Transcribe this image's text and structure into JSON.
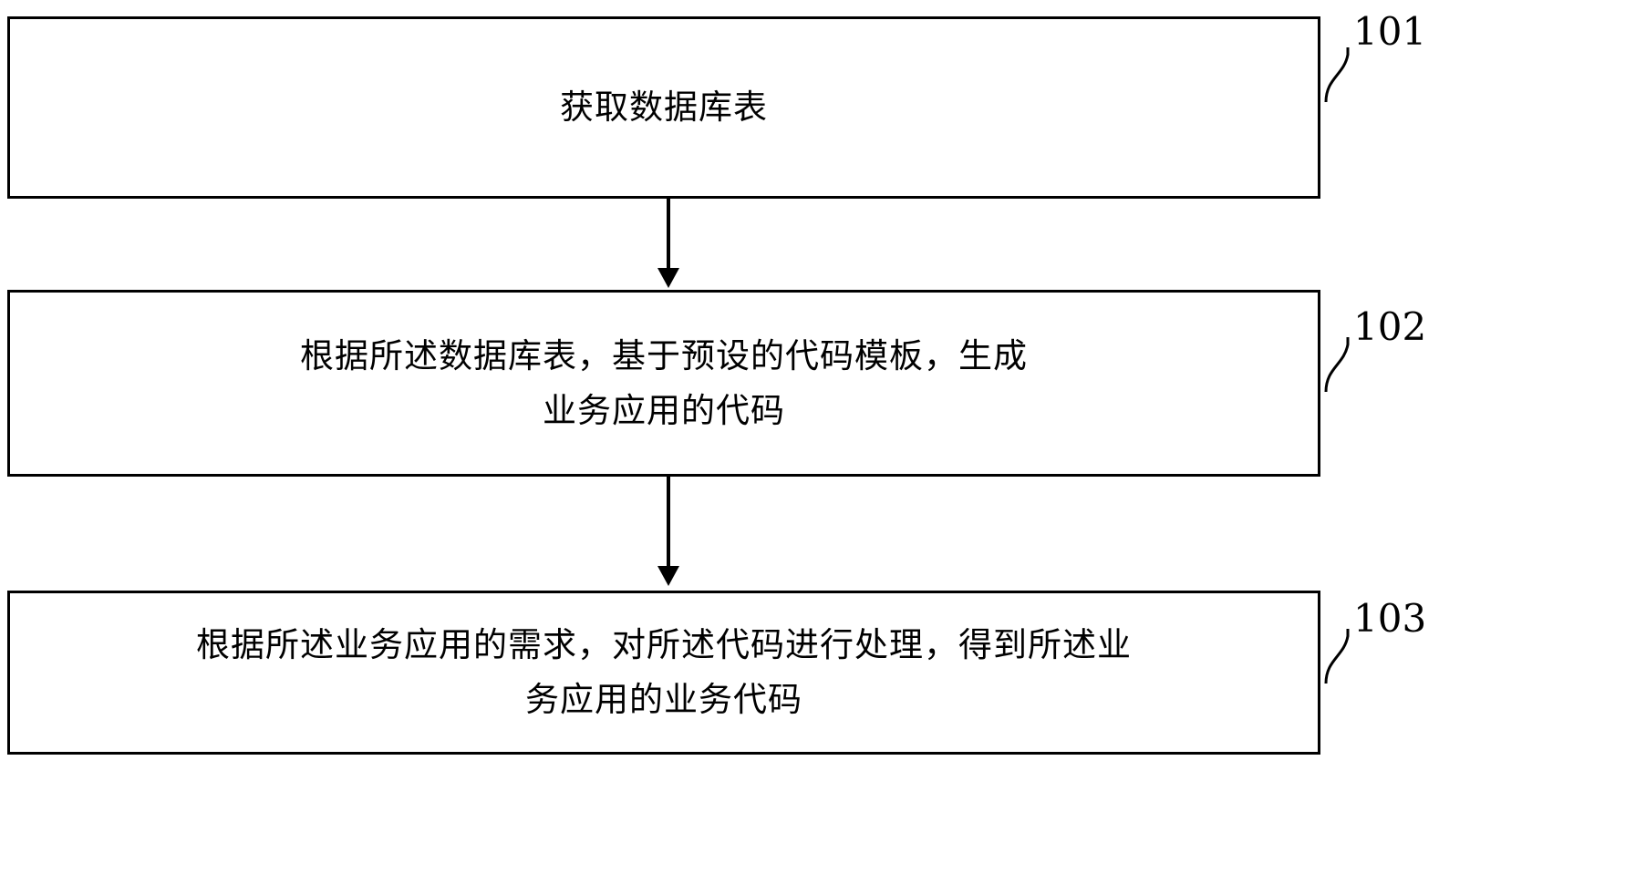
{
  "diagram": {
    "type": "flowchart",
    "orientation": "vertical",
    "language": "zh-CN",
    "colors": {
      "stroke": "#000000",
      "fill": "#ffffff",
      "text": "#000000"
    },
    "steps": [
      {
        "number": "101",
        "text": "获取数据库表",
        "lines": [
          "获取数据库表"
        ]
      },
      {
        "number": "102",
        "text": "根据所述数据库表，基于预设的代码模板，生成\n业务应用的代码",
        "lines": [
          "根据所述数据库表，基于预设的代码模板，生成",
          "业务应用的代码"
        ]
      },
      {
        "number": "103",
        "text": "根据所述业务应用的需求，对所述代码进行处理，得到所述业\n务应用的业务代码",
        "lines": [
          "根据所述业务应用的需求，对所述代码进行处理，得到所述业",
          "务应用的业务代码"
        ]
      }
    ],
    "connectors": [
      {
        "from": "101",
        "to": "102",
        "style": "arrow-down"
      },
      {
        "from": "102",
        "to": "103",
        "style": "arrow-down"
      }
    ]
  }
}
